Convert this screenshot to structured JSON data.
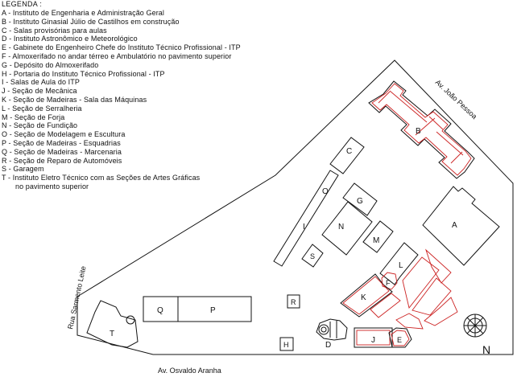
{
  "legend": {
    "title": "LEGENDA :",
    "items": [
      "A - Instituto de Engenharia e Administração Geral",
      "B - Instituto Ginasial Júlio de Castilhos em construção",
      "C - Salas provisórias para aulas",
      "D - Instituto Astronômico e Meteorológico",
      "E - Gabinete do Engenheiro Chefe do Instituto Técnico Profissional - ITP",
      "F - Almoxerifado no andar térreo e Ambulatório no pavimento superior",
      "G - Depósito do Almoxerifado",
      "H - Portaria do Instituto Técnico Profissional - ITP",
      "I - Salas de Aula do ITP",
      "J - Seção de Mecânica",
      "K - Seção de Madeiras - Sala das Máquinas",
      "L - Seção de Serralheria",
      "M - Seção de Forja",
      "N - Seção de Fundição",
      "O - Seção de Modelagem e Escultura",
      "P - Seção de Madeiras - Esquadrias",
      "Q - Seção de Madeiras - Marcenaria",
      "R - Seção de Reparo de Automóveis",
      "S - Garagem",
      "T - Instituto Eletro Técnico com as Seções de Artes Gráficas"
    ],
    "continuation": "no pavimento superior"
  },
  "streets": {
    "north_east": "Av. João Pessoa",
    "west": "Rua Sarmento Leite",
    "south": "Av. Osvaldo Aranha"
  },
  "buildings": {
    "A": "A",
    "B": "B",
    "C": "C",
    "D": "D",
    "E": "E",
    "F": "F",
    "G": "G",
    "H": "H",
    "I": "I",
    "J": "J",
    "K": "K",
    "L": "L",
    "M": "M",
    "N": "N",
    "O": "O",
    "P": "P",
    "Q": "Q",
    "R": "R",
    "S": "S",
    "T": "T"
  },
  "compass": {
    "label": "N"
  },
  "colors": {
    "outline": "#111111",
    "highlight": "#cc2222"
  }
}
